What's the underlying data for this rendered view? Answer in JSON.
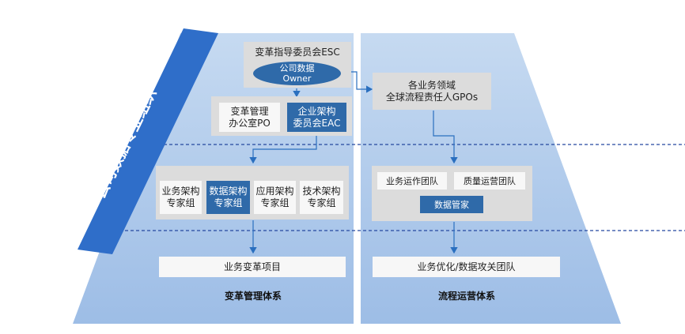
{
  "side_banner": "公司数据专业组织",
  "left_system": {
    "esc": "变革指导委员会ESC",
    "owner_line1": "公司数据",
    "owner_line2": "Owner",
    "po_line1": "变革管理",
    "po_line2": "办公室PO",
    "eac_line1": "企业架构",
    "eac_line2": "委员会EAC",
    "experts": [
      {
        "line1": "业务架构",
        "line2": "专家组"
      },
      {
        "line1": "数据架构",
        "line2": "专家组"
      },
      {
        "line1": "应用架构",
        "line2": "专家组"
      },
      {
        "line1": "技术架构",
        "line2": "专家组"
      }
    ],
    "project": "业务变革项目",
    "title": "变革管理体系"
  },
  "right_system": {
    "gpo_line1": "各业务领域",
    "gpo_line2": "全球流程责任人GPOs",
    "team1": "业务运作团队",
    "team2": "质量运营团队",
    "steward": "数据管家",
    "project": "业务优化/数据攻关团队",
    "title": "流程运营体系"
  },
  "colors": {
    "banner": "#2f6ec9",
    "trapezoid": "#a9c6e8",
    "dark_box": "#2f6aa9",
    "arrow": "#2a6fbf"
  }
}
